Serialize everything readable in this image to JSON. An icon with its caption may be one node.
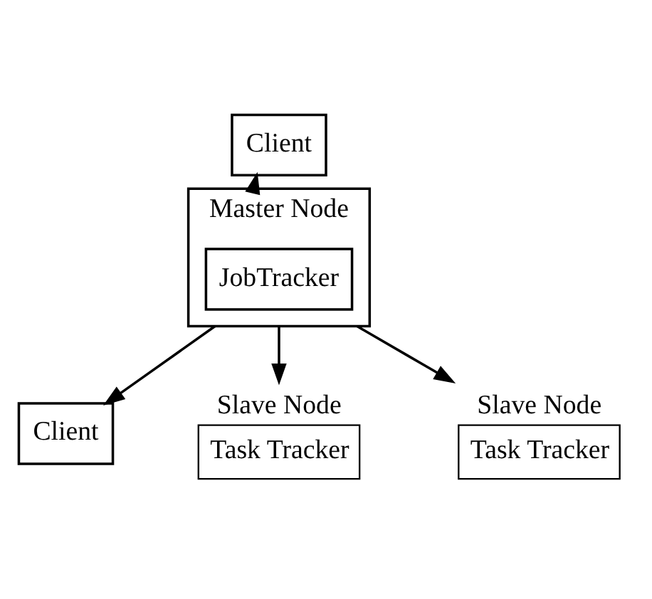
{
  "diagram": {
    "nodes": [
      {
        "text": [
          "Client"
        ]
      },
      {
        "text": [
          "Master Node"
        ]
      },
      {
        "text": [
          "JobTracker"
        ],
        "in": 1
      },
      {
        "text": [
          "Client"
        ]
      },
      {
        "text": [
          "Slave Node",
          "Task Tracker"
        ]
      },
      {
        "text": [
          "Slave Node",
          "Task Tracker"
        ]
      }
    ],
    "edges": [
      {
        "from": 1,
        "to": 0,
        "arrow": "to"
      },
      {
        "from": 1,
        "to": 3,
        "arrow": "to"
      },
      {
        "from": 1,
        "to": 4,
        "arrow": "to"
      },
      {
        "from": 1,
        "to": 5,
        "arrow": "to"
      }
    ]
  }
}
